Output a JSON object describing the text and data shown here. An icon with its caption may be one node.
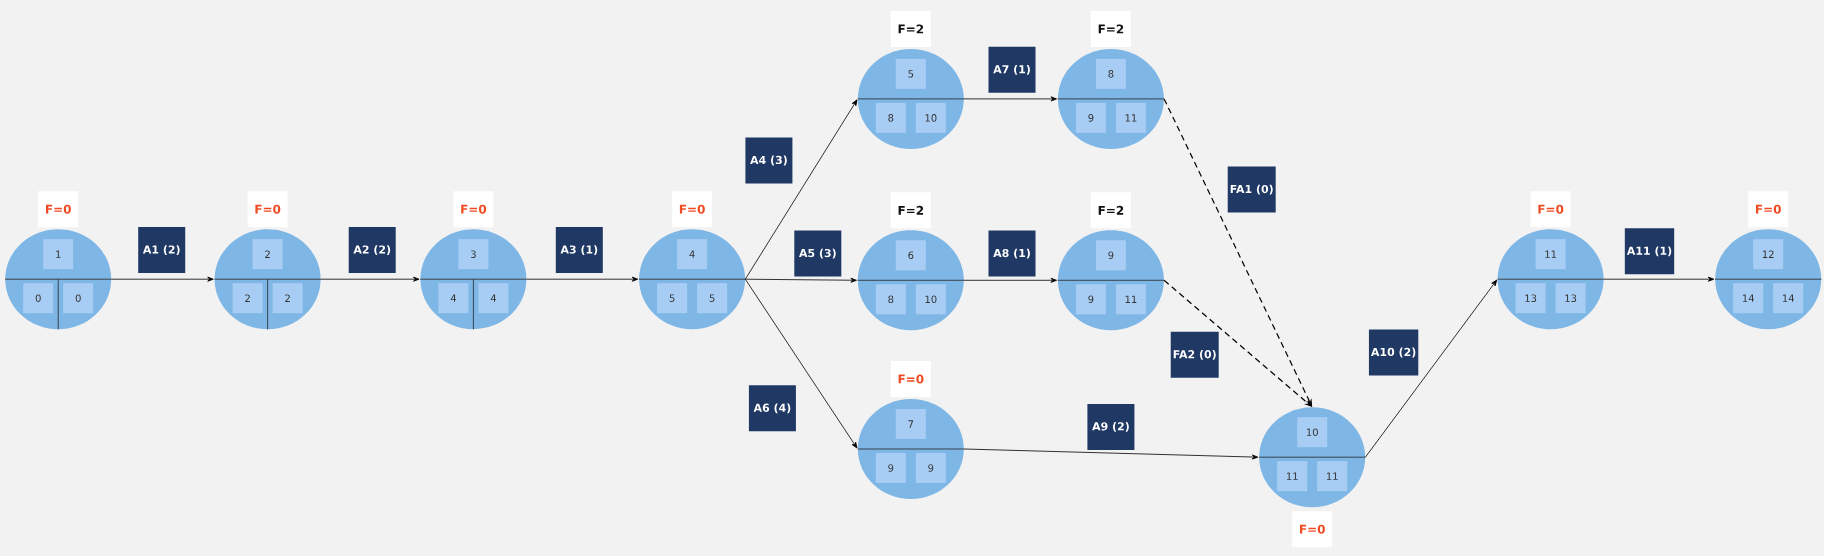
{
  "diagram": {
    "nodes": [
      {
        "text": [
          "1",
          "0",
          "0"
        ],
        "beside": [
          "F=0"
        ]
      },
      {
        "text": [
          "2",
          "2",
          "2"
        ],
        "beside": [
          "F=0"
        ]
      },
      {
        "text": [
          "3",
          "4",
          "4"
        ],
        "beside": [
          "F=0"
        ]
      },
      {
        "text": [
          "4",
          "5",
          "5"
        ],
        "beside": [
          "F=0"
        ]
      },
      {
        "text": [
          "5",
          "8",
          "10"
        ],
        "beside": [
          "F=2"
        ]
      },
      {
        "text": [
          "6",
          "8",
          "10"
        ],
        "beside": [
          "F=2"
        ]
      },
      {
        "text": [
          "7",
          "9",
          "9"
        ],
        "beside": [
          "F=0"
        ]
      },
      {
        "text": [
          "8",
          "9",
          "11"
        ],
        "beside": [
          "F=2"
        ]
      },
      {
        "text": [
          "9",
          "9",
          "11"
        ],
        "beside": [
          "F=2"
        ]
      },
      {
        "text": [
          "10",
          "11",
          "11"
        ],
        "beside": [
          "F=0"
        ]
      },
      {
        "text": [
          "11",
          "13",
          "13"
        ],
        "beside": [
          "F=0"
        ]
      },
      {
        "text": [
          "12",
          "14",
          "14"
        ],
        "beside": [
          "F=0"
        ]
      }
    ],
    "edges": [
      {
        "from": 0,
        "to": 1,
        "arrow": "to",
        "label": "A1 (2)"
      },
      {
        "from": 1,
        "to": 2,
        "arrow": "to",
        "label": "A2 (2)"
      },
      {
        "from": 2,
        "to": 3,
        "arrow": "to",
        "label": "A3 (1)"
      },
      {
        "from": 3,
        "to": 4,
        "arrow": "to",
        "label": "A4 (3)"
      },
      {
        "from": 3,
        "to": 5,
        "arrow": "to",
        "label": "A5 (3)"
      },
      {
        "from": 3,
        "to": 6,
        "arrow": "to",
        "label": "A6 (4)"
      },
      {
        "from": 4,
        "to": 7,
        "arrow": "to",
        "label": "A7 (1)"
      },
      {
        "from": 5,
        "to": 8,
        "arrow": "to",
        "label": "A8 (1)"
      },
      {
        "from": 7,
        "to": 9,
        "arrow": "to",
        "label": "FA1 (0)",
        "style": "dashed"
      },
      {
        "from": 8,
        "to": 9,
        "arrow": "to",
        "label": "FA2 (0)",
        "style": "dashed"
      },
      {
        "from": 6,
        "to": 9,
        "arrow": "to",
        "label": "A9 (2)"
      },
      {
        "from": 9,
        "to": 10,
        "arrow": "to",
        "label": "A10 (2)"
      },
      {
        "from": 10,
        "to": 11,
        "arrow": "to",
        "label": "A11 (1)"
      }
    ]
  }
}
